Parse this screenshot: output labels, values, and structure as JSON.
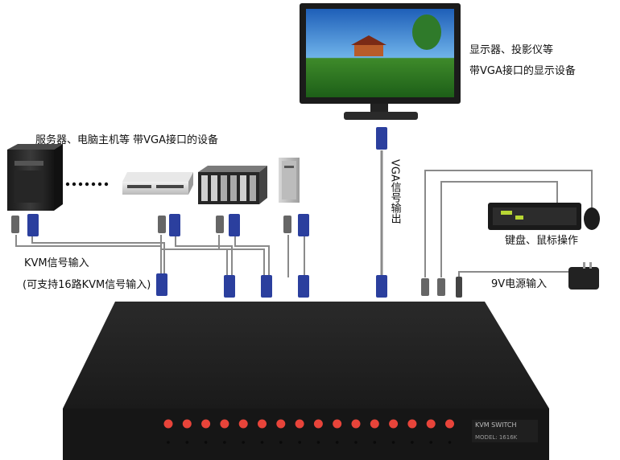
{
  "labels": {
    "display_line1": "显示器、投影仪等",
    "display_line2": "带VGA接口的显示设备",
    "servers": "服务器、电脑主机等 带VGA接口的设备",
    "vga_output": "VGA信号输出",
    "keyboard_mouse": "键盘、鼠标操作",
    "kvm_input_line1": "KVM信号输入",
    "kvm_input_line2": "(可支持16路KVM信号输入)",
    "power_input": "9V电源输入"
  },
  "device": {
    "brand": "KVM  SWITCH",
    "model": "MODEL: 1616K",
    "port_count": 16
  },
  "colors": {
    "vga_blue": "#2b3f9e",
    "button_red": "#e8443a",
    "cable_gray": "#8a8a8a",
    "switch_body": "#222222"
  }
}
